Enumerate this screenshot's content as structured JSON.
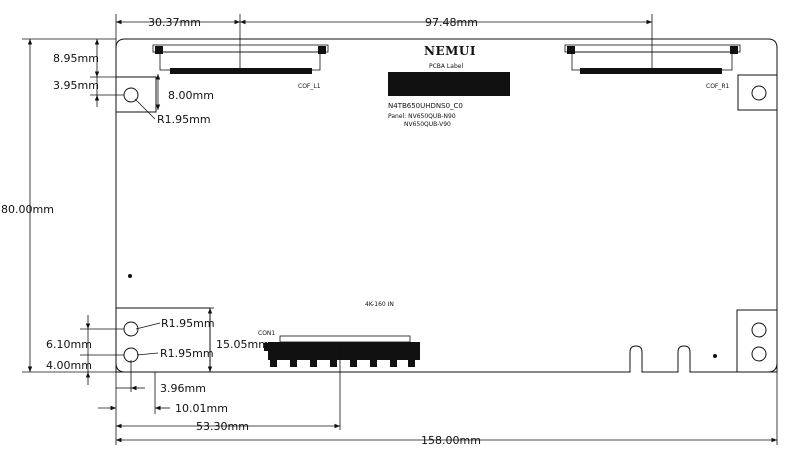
{
  "board": {
    "logo": "NEMUI",
    "pcba_label": "PCBA  Label",
    "model_code": "N4TB650UHDNS0_C0",
    "panel_label": "Panel: NV650QUB-N90",
    "panel_alt": "NV650QUB-V90",
    "connector_left": "COF_L1",
    "connector_right": "COF_R1",
    "connector_bottom": "CON1",
    "connector_bottom_note": "4K-160 IN"
  },
  "dimensions": {
    "top_left_width": "30.37mm",
    "top_span": "97.48mm",
    "hole_top_offset": "8.95mm",
    "hole_side_offset": "3.95mm",
    "connector_depth": "8.00mm",
    "hole_radius_top": "R1.95mm",
    "board_height": "80.00mm",
    "hole_radius_bottom_1": "R1.95mm",
    "hole_radius_bottom_2": "R1.95mm",
    "hole_spacing": "6.10mm",
    "hole_bottom_offset": "4.00mm",
    "bottom_block_height": "15.05mm",
    "hole_x_offset": "3.96mm",
    "block_width": "10.01mm",
    "connector_offset": "53.30mm",
    "board_width": "158.00mm"
  }
}
